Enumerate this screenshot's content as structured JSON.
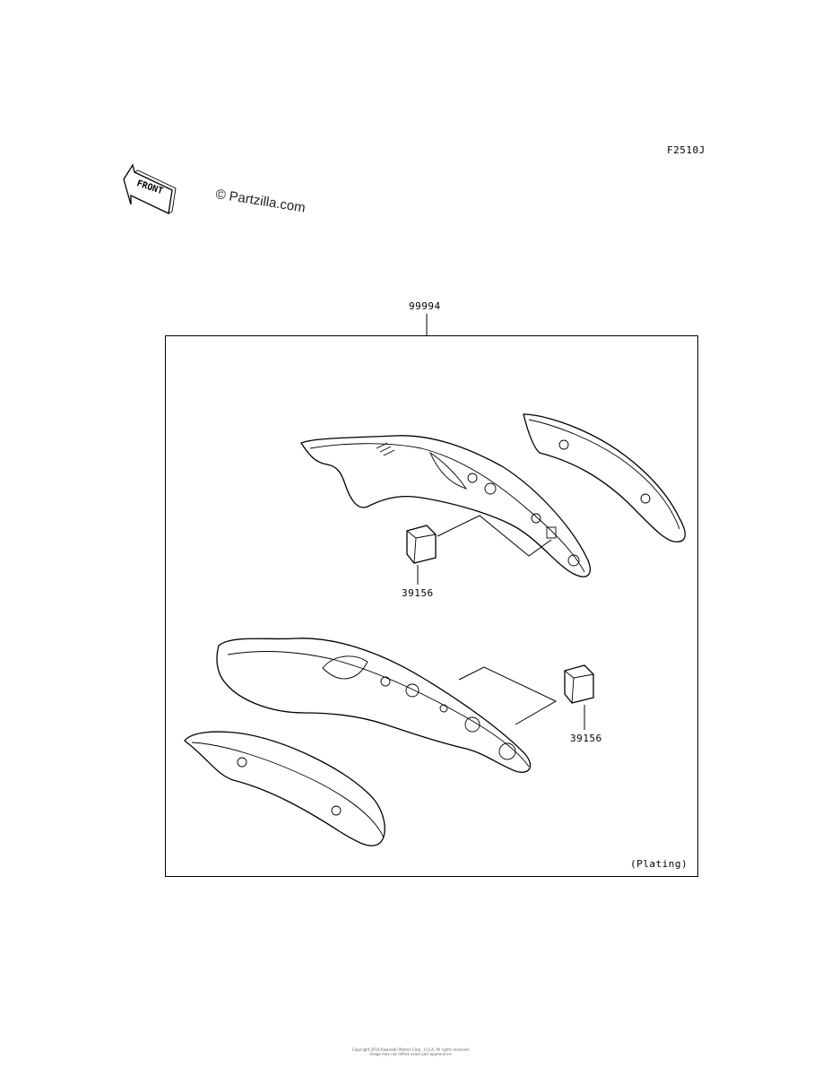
{
  "figure_code": "F2510J",
  "watermark": "© Partzilla.com",
  "front_label": "FRONT",
  "kit_part_number": "99994",
  "parts": [
    {
      "part_number": "39156"
    },
    {
      "part_number": "39156"
    }
  ],
  "note": "(Plating)",
  "footer_line1": "Copyright 2014 Kawasaki Motors Corp., U.S.A. All rights reserved.",
  "footer_line2": "Image may not reflect exact part appearance."
}
